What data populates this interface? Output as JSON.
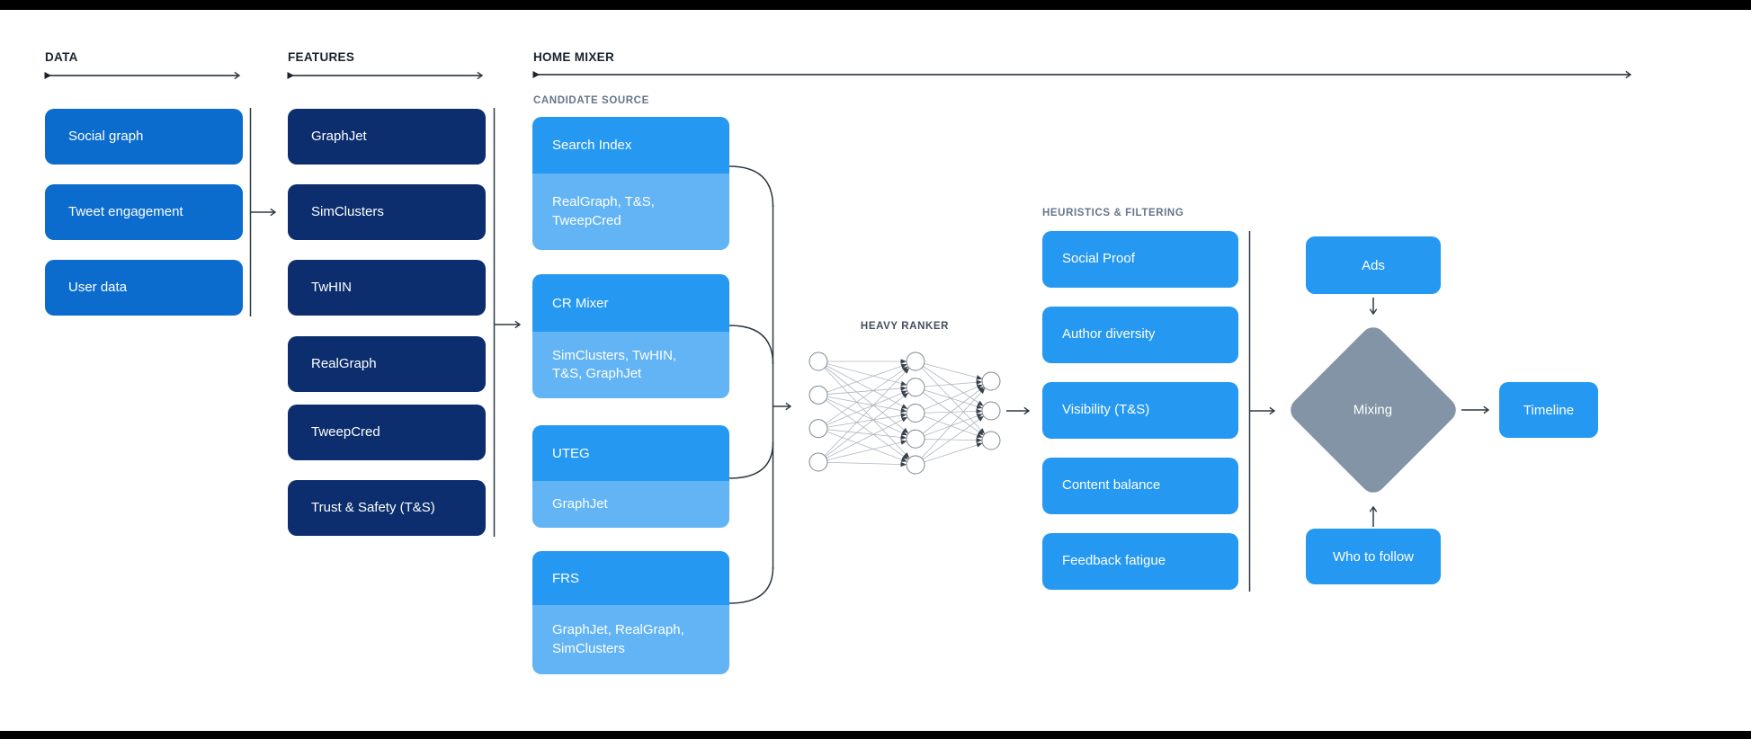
{
  "titles": {
    "data": "DATA",
    "features": "FEATURES",
    "home_mixer": "HOME MIXER",
    "candidate_source": "CANDIDATE SOURCE",
    "heavy_ranker": "HEAVY RANKER",
    "heuristics": "HEURISTICS & FILTERING"
  },
  "data_sources": [
    "Social graph",
    "Tweet engagement",
    "User data"
  ],
  "features": [
    "GraphJet",
    "SimClusters",
    "TwHIN",
    "RealGraph",
    "TweepCred",
    "Trust & Safety (T&S)"
  ],
  "candidate_sources": [
    {
      "name": "Search Index",
      "uses": "RealGraph, T&S,\nTweepCred"
    },
    {
      "name": "CR Mixer",
      "uses": "SimClusters, TwHIN,\nT&S, GraphJet"
    },
    {
      "name": "UTEG",
      "uses": "GraphJet"
    },
    {
      "name": "FRS",
      "uses": "GraphJet, RealGraph,\nSimClusters"
    }
  ],
  "heavy_ranker": {
    "layers": [
      4,
      5,
      3
    ]
  },
  "heuristics_filters": [
    "Social Proof",
    "Author diversity",
    "Visibility (T&S)",
    "Content balance",
    "Feedback fatigue"
  ],
  "mixing": {
    "label": "Mixing",
    "input_top": "Ads",
    "input_bottom": "Who to follow",
    "output": "Timeline"
  },
  "colors": {
    "background": "#ffffff",
    "frame_bar": "#000000",
    "data_box": "#0b6ccd",
    "feature_box": "#0c2e6e",
    "source_box": "#2598f2",
    "source_box_light": "#62b4f5",
    "mixing_diamond": "#8294a5",
    "connector": "#2e3842",
    "header_text": "#1a222e",
    "subheader_text": "#66748a",
    "box_text": "#ffffff"
  }
}
